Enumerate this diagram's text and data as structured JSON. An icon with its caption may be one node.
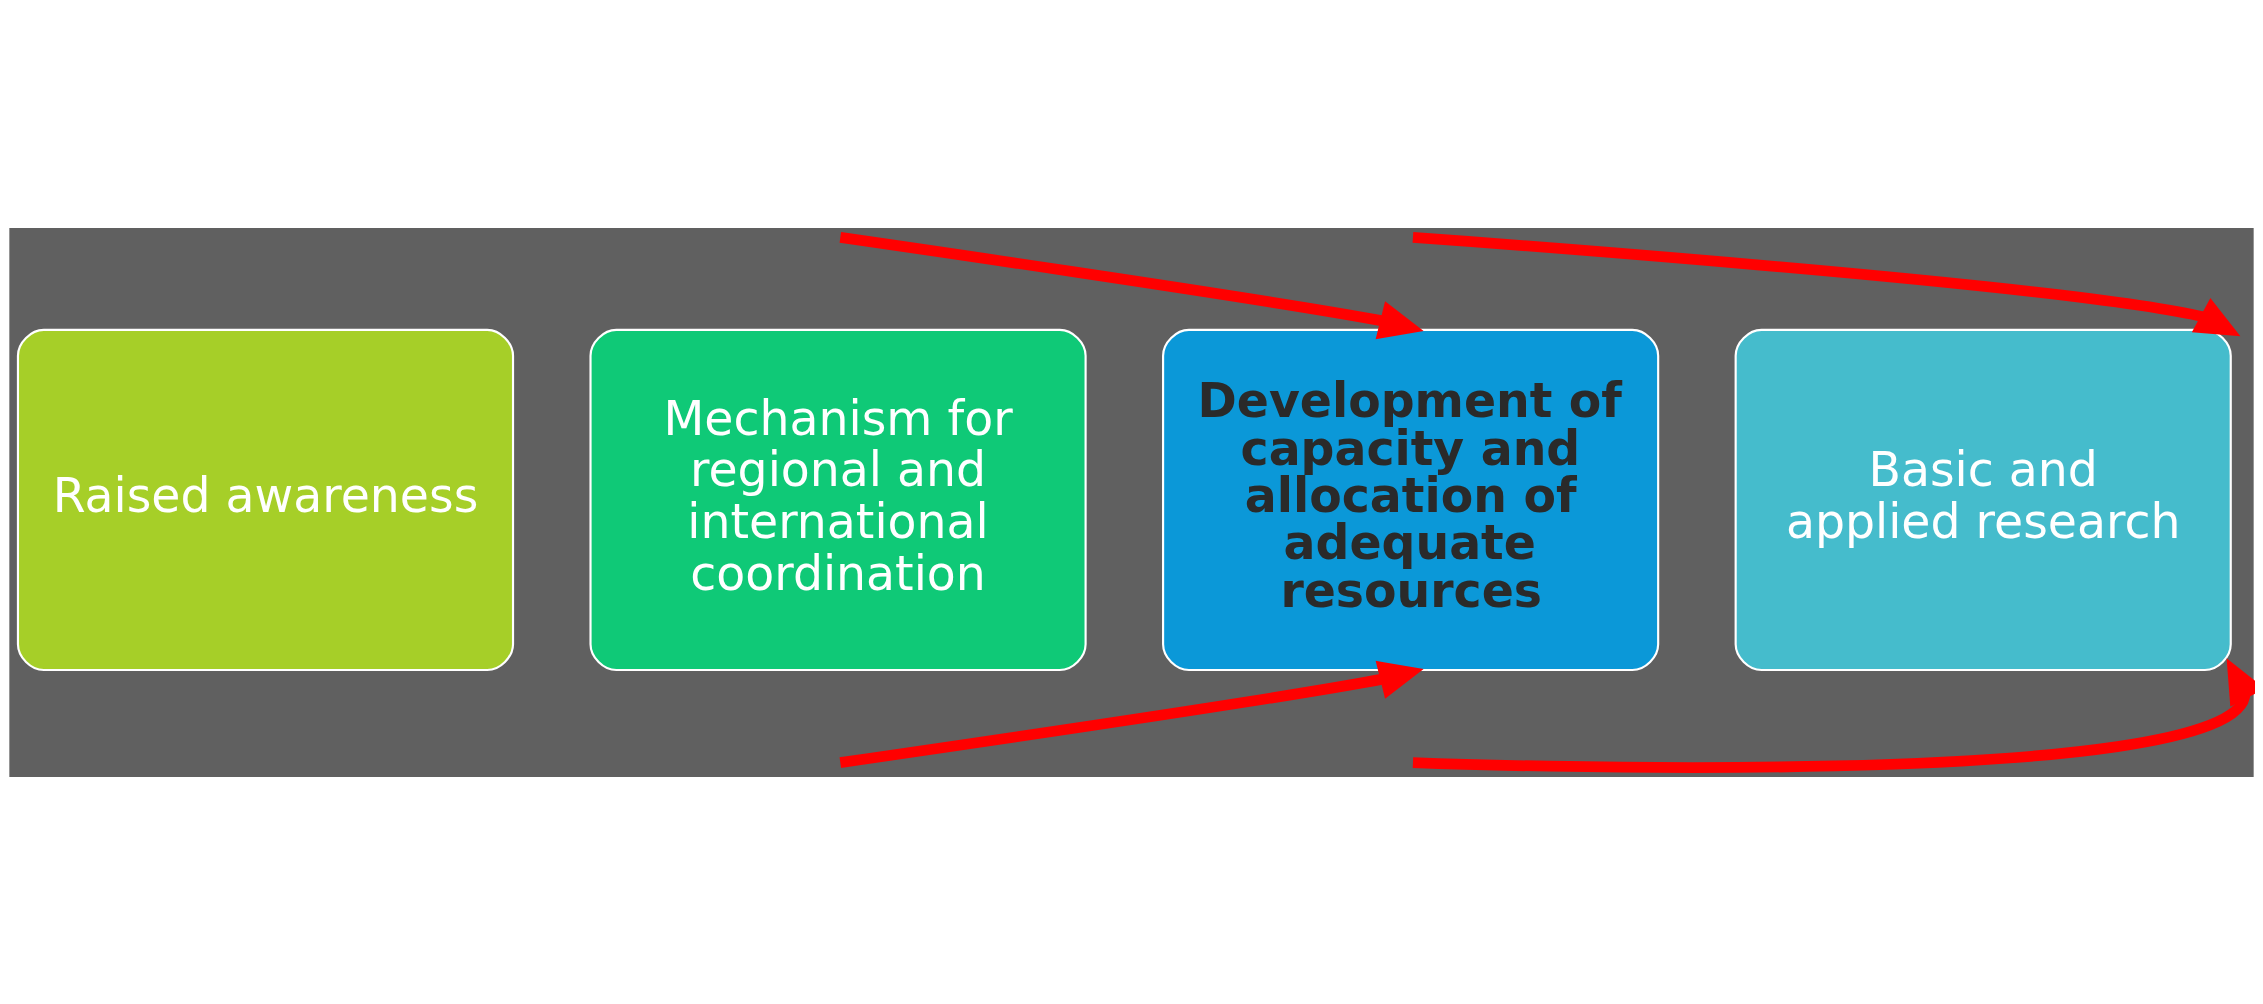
{
  "diagram": {
    "nodes": [
      {
        "text": [
          "Raised awareness"
        ]
      },
      {
        "text": [
          "Mechanism for regional and international coordination"
        ]
      },
      {
        "text": [
          "Development of capacity and allocation of adequate resources"
        ]
      },
      {
        "text": [
          "Basic and applied research"
        ]
      }
    ],
    "edges": [
      {
        "from": null,
        "to": 2,
        "arrow": "to",
        "color": "#ff0000"
      },
      {
        "from": null,
        "to": 2,
        "arrow": "to",
        "color": "#ff0000"
      },
      {
        "from": null,
        "to": 3,
        "arrow": "to",
        "color": "#ff0000"
      },
      {
        "from": null,
        "to": 3,
        "arrow": "to",
        "color": "#ff0000"
      }
    ]
  }
}
